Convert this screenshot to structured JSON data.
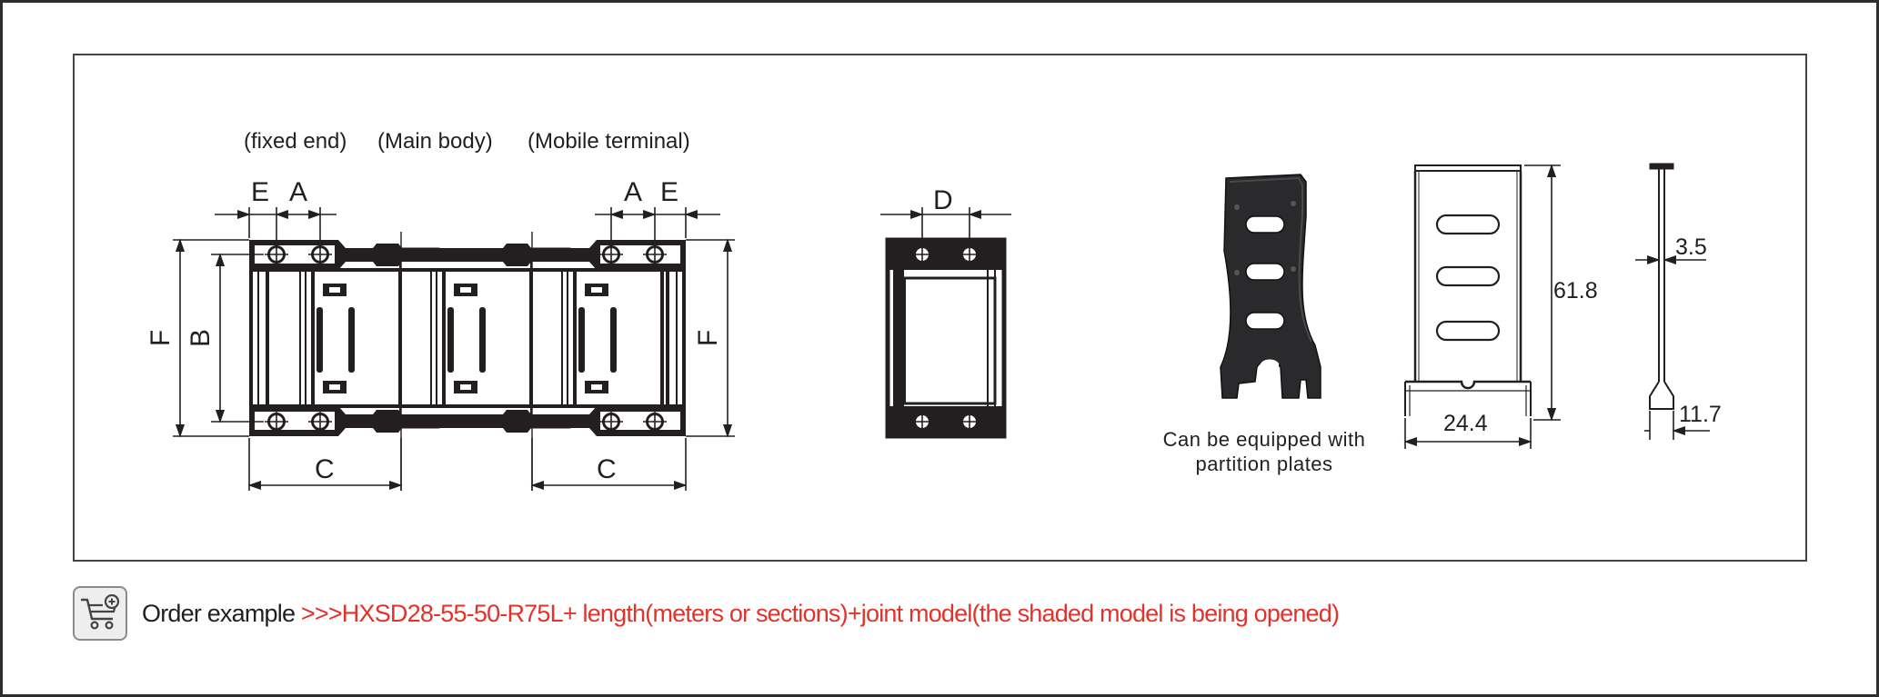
{
  "colors": {
    "ink": "#231f20",
    "accent_red": "#e2322a",
    "frame": "#2d2d2d",
    "button_bg": "#eeeeee"
  },
  "section_labels": {
    "fixed_end": "(fixed end)",
    "main_body": "(Main body)",
    "mobile_terminal": "(Mobile terminal)"
  },
  "dimensions": {
    "e": "E",
    "a": "A",
    "b": "B",
    "c": "C",
    "d": "D",
    "f": "F",
    "height": "61.8",
    "width": "24.4",
    "thickness": "3.5",
    "base": "11.7"
  },
  "partition_note": {
    "line1": "Can be equipped with",
    "line2": "partition plates"
  },
  "order": {
    "icon": "shopping-cart-add-icon",
    "label": "Order example",
    "code": " >>>HXSD28-55-50-R75L+ length(meters or sections)+joint model(the shaded model is being opened)"
  }
}
